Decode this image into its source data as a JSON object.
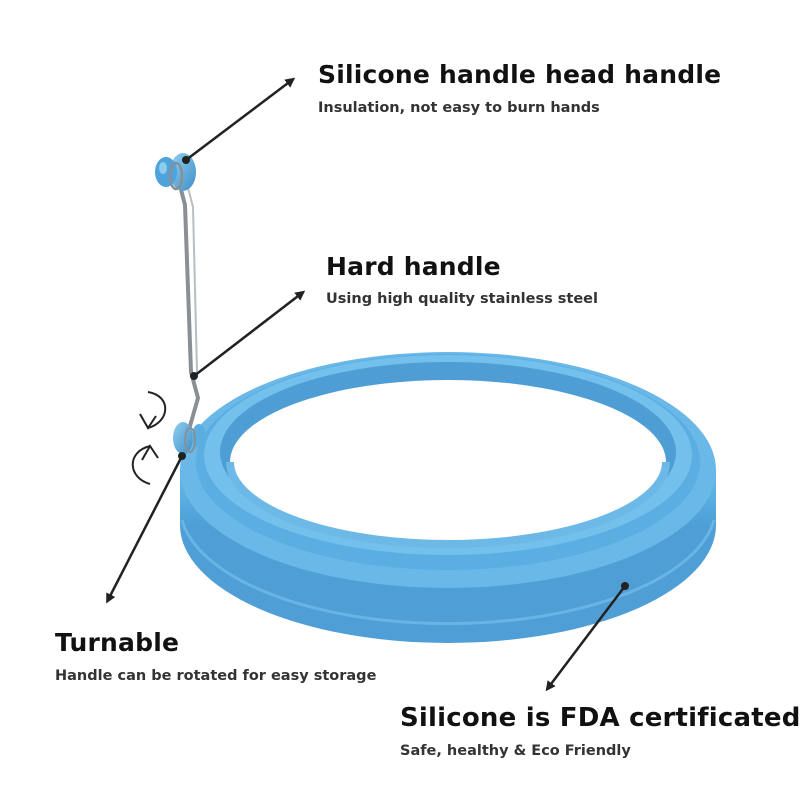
{
  "callouts": {
    "silicone_head": {
      "title": "Silicone handle head handle",
      "subtitle": "Insulation, not easy to burn hands"
    },
    "hard_handle": {
      "title": "Hard handle",
      "subtitle": "Using high quality stainless steel"
    },
    "turnable": {
      "title": "Turnable",
      "subtitle": "Handle can be rotated for easy storage"
    },
    "fda": {
      "title": "Silicone is FDA certificated",
      "subtitle": "Safe, healthy & Eco Friendly"
    }
  },
  "colors": {
    "silicone": "#5aaee2",
    "silicone_light": "#7cc3ee",
    "silicone_dark": "#3f8fc6",
    "steel": "#8a8f94",
    "arrow": "#222222"
  }
}
